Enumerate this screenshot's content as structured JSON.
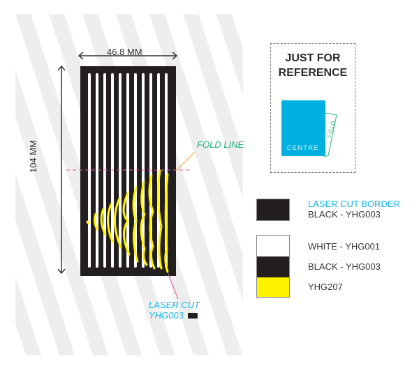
{
  "diagram": {
    "width_label": "46.8 MM",
    "height_label": "104 MM",
    "fold_line_label": "FOLD LINE",
    "laser_cut_label_line1": "LASER CUT",
    "laser_cut_label_line2": "YHG003",
    "colors": {
      "stripe_bg": "#eeeeee",
      "card_black": "#231f20",
      "slot_white": "#ffffff",
      "yellow": "#fff200",
      "fold_line": "#e9559b",
      "fold_callout": "#f7a234",
      "fold_label": "#1daf77",
      "laser_label": "#1bb3e3",
      "laser_callout": "#e9559b"
    }
  },
  "reference": {
    "title_line1": "JUST FOR",
    "title_line2": "REFERENCE",
    "centre_label": "CENTRE",
    "fold_label": "FOLD",
    "centre_color": "#00b0e0",
    "fold_color": "#2bb673"
  },
  "legend": {
    "border_title": "LASER CUT BORDER",
    "border_title_color": "#1bb3e3",
    "items": [
      {
        "label": "BLACK - YHG003",
        "color": "#231f20"
      },
      {
        "label": "WHITE - YHG001",
        "color": "#ffffff"
      },
      {
        "label": "BLACK - YHG003",
        "color": "#231f20"
      },
      {
        "label": "YHG207",
        "color": "#fff200"
      }
    ]
  }
}
